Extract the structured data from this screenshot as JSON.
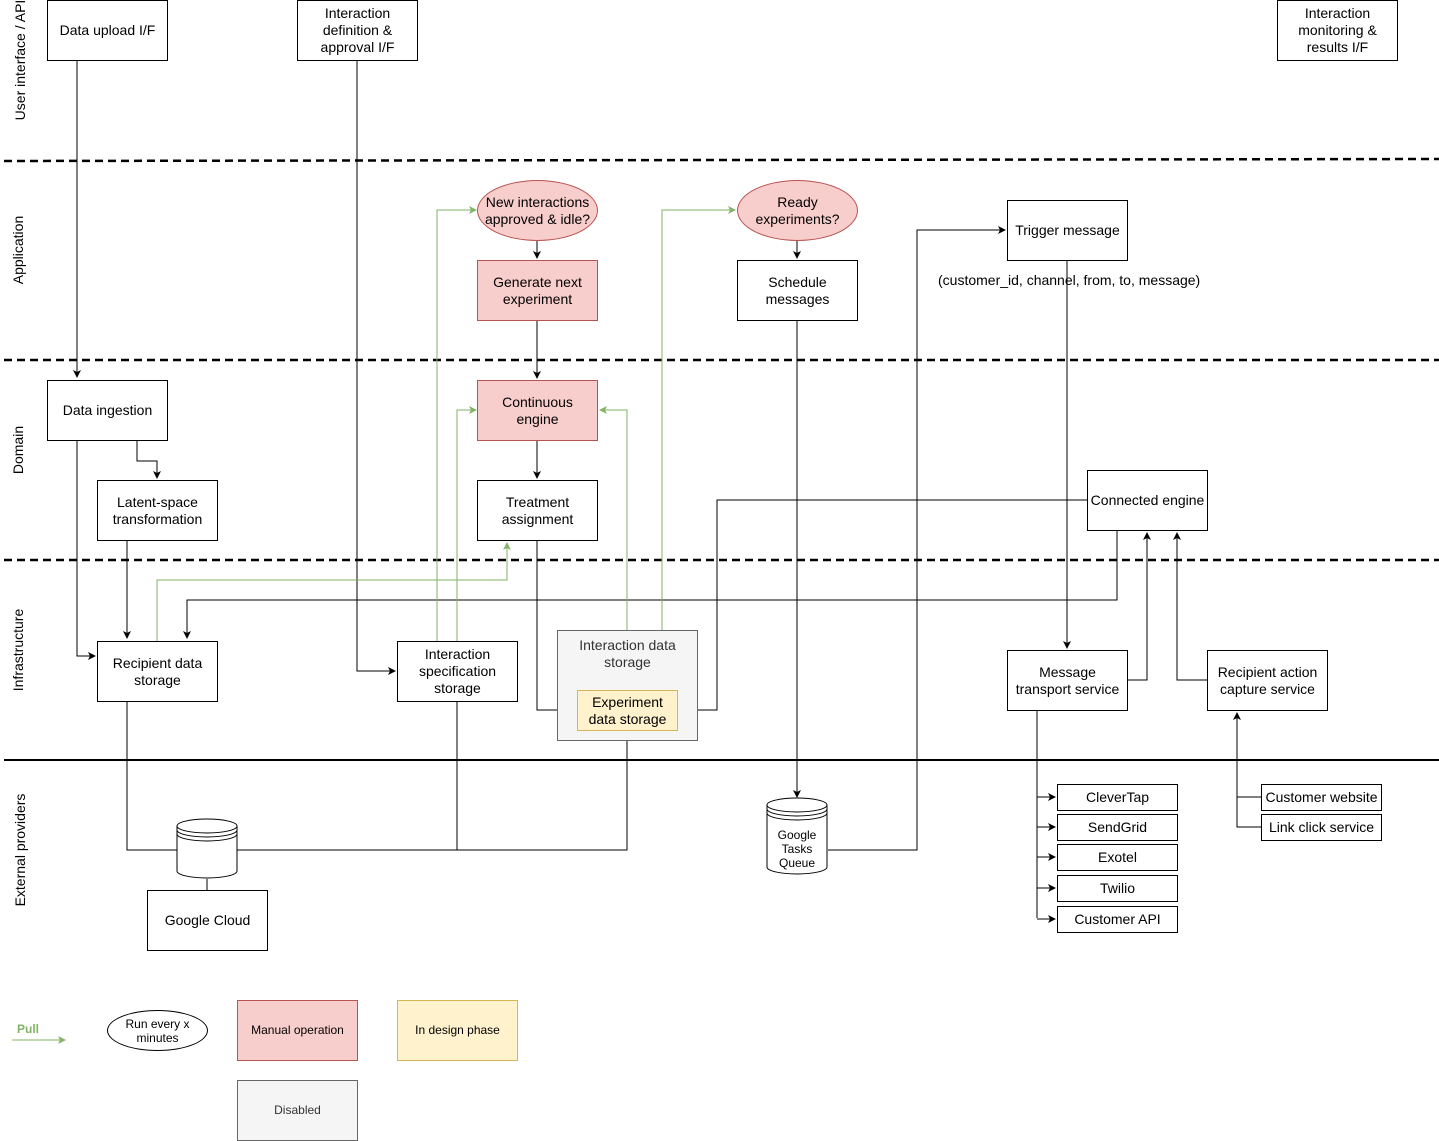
{
  "lanes": {
    "ui": "User interface / API",
    "application": "Application",
    "domain": "Domain",
    "infrastructure": "Infrastructure",
    "external": "External providers"
  },
  "ui_layer": {
    "data_upload": "Data upload I/F",
    "interaction_definition": "Interaction definition & approval I/F",
    "interaction_monitoring": "Interaction monitoring & results I/F"
  },
  "application_layer": {
    "new_interactions_check": "New interactions approved & idle?",
    "generate_next_experiment": "Generate next experiment",
    "ready_experiments_check": "Ready experiments?",
    "schedule_messages": "Schedule messages",
    "trigger_message": "Trigger message",
    "trigger_message_params": "(customer_id, channel, from, to, message)"
  },
  "domain_layer": {
    "data_ingestion": "Data ingestion",
    "latent_space": "Latent-space transformation",
    "continuous_engine": "Continuous engine",
    "treatment_assignment": "Treatment assignment",
    "connected_engine": "Connected engine"
  },
  "infrastructure_layer": {
    "recipient_data_storage": "Recipient data storage",
    "interaction_spec_storage": "Interaction specification storage",
    "interaction_data_storage": "Interaction data storage",
    "experiment_data_storage": "Experiment data storage",
    "message_transport": "Message transport service",
    "recipient_action_capture": "Recipient action capture service"
  },
  "external_layer": {
    "google_cloud": "Google Cloud",
    "google_tasks_queue": "Google Tasks Queue",
    "providers": [
      "CleverTap",
      "SendGrid",
      "Exotel",
      "Twilio",
      "Customer API"
    ],
    "customer_website": "Customer website",
    "link_click_service": "Link click service"
  },
  "legend": {
    "pull": "Pull",
    "run_every": "Run every x minutes",
    "manual": "Manual operation",
    "design": "In design phase",
    "disabled": "Disabled"
  },
  "colors": {
    "manual_fill": "#f8cecc",
    "manual_stroke": "#b85450",
    "design_fill": "#fff2cc",
    "design_stroke": "#d6b656",
    "disabled_fill": "#f5f5f5",
    "disabled_stroke": "#666666",
    "pull_arrow": "#82b366"
  }
}
